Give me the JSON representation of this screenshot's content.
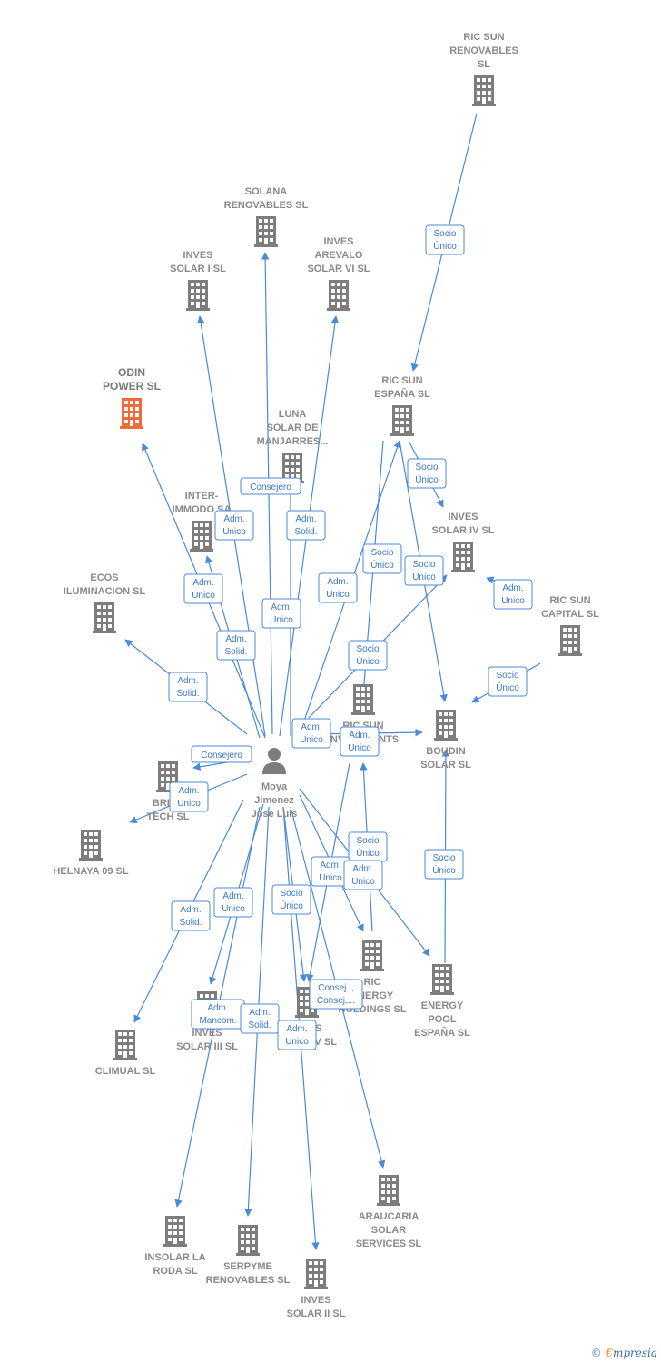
{
  "colors": {
    "company": "#7d7d7d",
    "highlight": "#f26a35",
    "person": "#7d7d7d",
    "edge": "#4a8ad8"
  },
  "person": {
    "name_lines": [
      "Moya",
      "Jimenez",
      "Jose Luis"
    ],
    "icon": "person-icon"
  },
  "companies": [
    {
      "id": "ric-sun-renovables",
      "label_lines": [
        "RIC SUN",
        "RENOVABLES",
        "SL"
      ]
    },
    {
      "id": "solana-renovables",
      "label_lines": [
        "SOLANA",
        "RENOVABLES SL"
      ]
    },
    {
      "id": "inves-solar-i",
      "label_lines": [
        "INVES",
        "SOLAR I SL"
      ]
    },
    {
      "id": "inves-arevalo-solar-vi",
      "label_lines": [
        "INVES",
        "AREVALO",
        "SOLAR VI SL"
      ]
    },
    {
      "id": "odin-power",
      "label_lines": [
        "ODIN",
        "POWER  SL"
      ],
      "highlight": true
    },
    {
      "id": "ric-sun-espana",
      "label_lines": [
        "RIC SUN",
        "ESPAÑA  SL"
      ]
    },
    {
      "id": "luna-solar-manjarres",
      "label_lines": [
        "LUNA",
        "SOLAR DE",
        "MANJARRES..."
      ]
    },
    {
      "id": "inter-immodo",
      "label_lines": [
        "INTER-",
        "IMMODO SA"
      ]
    },
    {
      "id": "inves-solar-iv",
      "label_lines": [
        "INVES",
        "SOLAR IV SL"
      ]
    },
    {
      "id": "ecos-iluminacion",
      "label_lines": [
        "ECOS",
        "ILUMINACION SL"
      ]
    },
    {
      "id": "ric-sun-capital",
      "label_lines": [
        "RIC SUN",
        "CAPITAL  SL"
      ]
    },
    {
      "id": "ric-sun-investments",
      "label_lines": [
        "RIC SUN",
        "INVESTMENTS",
        "SL"
      ]
    },
    {
      "id": "boudin-solar",
      "label_lines": [
        "BOUDIN",
        "SOLAR SL"
      ]
    },
    {
      "id": "brine-tech",
      "label_lines": [
        "BRINE",
        "TECH  SL"
      ]
    },
    {
      "id": "helnaya-09",
      "label_lines": [
        "HELNAYA 09 SL"
      ]
    },
    {
      "id": "ric-energy-holdings",
      "label_lines": [
        "RIC",
        "ENERGY",
        "HOLDINGS  SL"
      ]
    },
    {
      "id": "energy-pool-espana",
      "label_lines": [
        "ENERGY",
        "POOL",
        "ESPAÑA  SL"
      ]
    },
    {
      "id": "inves-solar-iii",
      "label_lines": [
        "INVES",
        "SOLAR III SL"
      ]
    },
    {
      "id": "inves-solar-v",
      "label_lines": [
        "INVES",
        "SOLAR V",
        "SOLAR V SL"
      ]
    },
    {
      "id": "climual",
      "label_lines": [
        "CLIMUAL SL"
      ]
    },
    {
      "id": "araucaria-solar-services",
      "label_lines": [
        "ARAUCARIA",
        "SOLAR",
        "SERVICES SL"
      ]
    },
    {
      "id": "insolar-la-roda",
      "label_lines": [
        "INSOLAR LA",
        "RODA  SL"
      ]
    },
    {
      "id": "serpyme-renovables",
      "label_lines": [
        "SERPYME",
        "RENOVABLES SL"
      ]
    },
    {
      "id": "inves-solar-ii",
      "label_lines": [
        "INVES",
        "SOLAR II SL"
      ]
    }
  ],
  "relations": [
    {
      "id": "r1",
      "lines": [
        "Socio",
        "Único"
      ]
    },
    {
      "id": "r2",
      "lines": [
        "Consejero"
      ]
    },
    {
      "id": "r3",
      "lines": [
        "Adm.",
        "Unico"
      ]
    },
    {
      "id": "r4",
      "lines": [
        "Adm.",
        "Solid."
      ]
    },
    {
      "id": "r5",
      "lines": [
        "Socio",
        "Único"
      ]
    },
    {
      "id": "r6",
      "lines": [
        "Adm.",
        "Unico"
      ]
    },
    {
      "id": "r7",
      "lines": [
        "Socio",
        "Único"
      ]
    },
    {
      "id": "r8",
      "lines": [
        "Socio",
        "Único"
      ]
    },
    {
      "id": "r9",
      "lines": [
        "Adm.",
        "Unico"
      ]
    },
    {
      "id": "r10",
      "lines": [
        "Adm.",
        "Unico"
      ]
    },
    {
      "id": "r11",
      "lines": [
        "Socio",
        "Único"
      ]
    },
    {
      "id": "r12",
      "lines": [
        "Adm.",
        "Solid."
      ]
    },
    {
      "id": "r13",
      "lines": [
        "Adm.",
        "Unico"
      ]
    },
    {
      "id": "r14",
      "lines": [
        "Socio",
        "Único"
      ]
    },
    {
      "id": "r15",
      "lines": [
        "Adm.",
        "Solid."
      ]
    },
    {
      "id": "r16",
      "lines": [
        "Adm.",
        "Unico"
      ]
    },
    {
      "id": "r17",
      "lines": [
        "Adm.",
        "Unico"
      ]
    },
    {
      "id": "r18",
      "lines": [
        "Consejero"
      ]
    },
    {
      "id": "r19",
      "lines": [
        "Adm.",
        "Unico"
      ]
    },
    {
      "id": "r20",
      "lines": [
        "Socio",
        "Único"
      ]
    },
    {
      "id": "r21",
      "lines": [
        "Adm.",
        "Unico"
      ]
    },
    {
      "id": "r22",
      "lines": [
        "Adm.",
        "Unico"
      ]
    },
    {
      "id": "r23",
      "lines": [
        "Socio",
        "Único"
      ]
    },
    {
      "id": "r24",
      "lines": [
        "Adm.",
        "Solid."
      ]
    },
    {
      "id": "r25",
      "lines": [
        "Adm.",
        "Unico"
      ]
    },
    {
      "id": "r26",
      "lines": [
        "Socio",
        "Único"
      ]
    },
    {
      "id": "r27",
      "lines": [
        "Consej. ,",
        "Consej...."
      ]
    },
    {
      "id": "r28",
      "lines": [
        "Adm.",
        "Mancom."
      ]
    },
    {
      "id": "r29",
      "lines": [
        "Adm.",
        "Solid."
      ]
    },
    {
      "id": "r30",
      "lines": [
        "Adm.",
        "Unico"
      ]
    }
  ],
  "watermark": {
    "copyright": "©",
    "brand_first": "€",
    "brand_rest": "mpresia"
  }
}
